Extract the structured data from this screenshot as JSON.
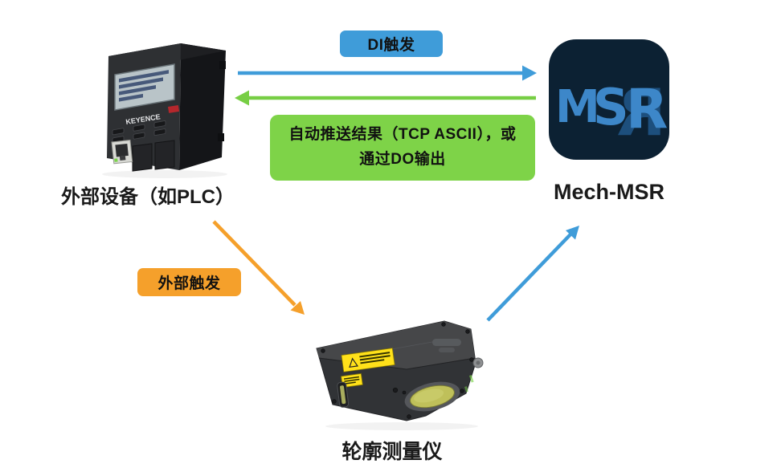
{
  "nodes": {
    "plc": {
      "label": "外部设备（如PLC）",
      "brand": "KEYENCE"
    },
    "msr": {
      "label": "Mech-MSR",
      "icon_letter_m": "M",
      "icon_letter_s": "S",
      "icon_letter_r": "R",
      "icon_letter_r_mirrored": "R"
    },
    "profiler": {
      "label": "轮廓测量仪"
    }
  },
  "badges": {
    "di_trigger": {
      "label": "DI触发",
      "bg": "#3f9cd9"
    },
    "result_push": {
      "line1": "自动推送结果（TCP ASCII），或",
      "line2": "通过DO输出",
      "bg": "#7ed348"
    },
    "external_trigger": {
      "label": "外部触发",
      "bg": "#f5a02b"
    }
  },
  "arrows": {
    "plc_to_msr": {
      "color": "#3f9cd9"
    },
    "msr_to_plc": {
      "color": "#77ce44"
    },
    "plc_to_profiler": {
      "color": "#f5a02b"
    },
    "profiler_to_msr": {
      "color": "#3f9cd9"
    }
  },
  "colors": {
    "background": "#ffffff",
    "text": "#1a1a1a",
    "msr_icon_bg": "#0c2133",
    "msr_icon_letters": "#3d87c9",
    "msr_icon_letter_back": "#1d4f7d"
  }
}
